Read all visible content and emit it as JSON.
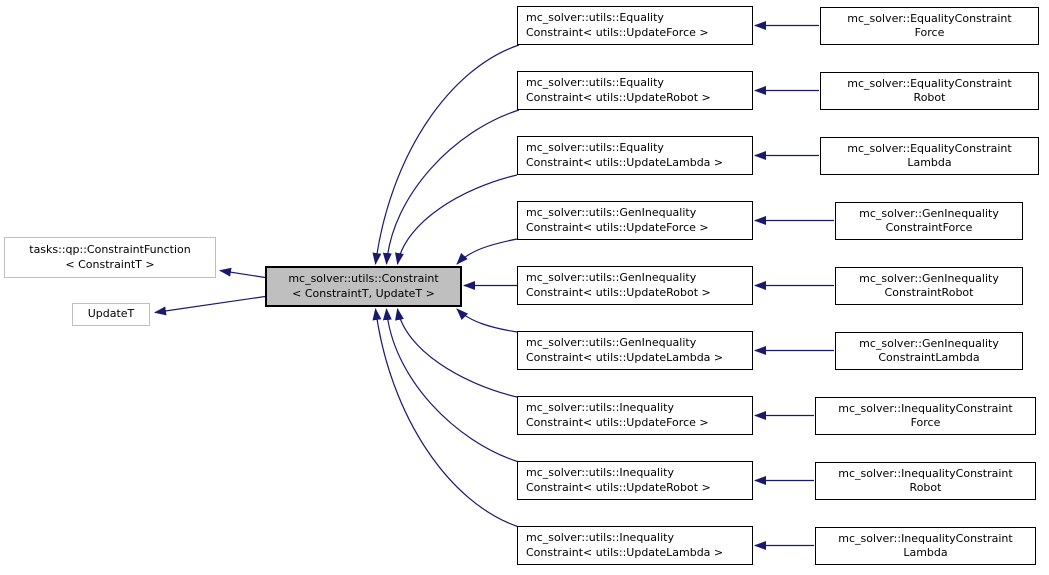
{
  "colors": {
    "arrow": "#191970",
    "node-border": "#000000",
    "external-border": "#c0c0c0",
    "selected-fill": "#bfbfbf",
    "node-fill": "#ffffff",
    "canvas-bg": "#ffffff",
    "text": "#000000"
  },
  "external": {
    "constraint_function": {
      "line1": "tasks::qp::ConstraintFunction",
      "line2": "< ConstraintT >"
    },
    "update_t": {
      "line1": "UpdateT"
    }
  },
  "center": {
    "line1": "mc_solver::utils::Constraint",
    "line2": "< ConstraintT, UpdateT >"
  },
  "rows": [
    {
      "mid": {
        "line1": "mc_solver::utils::Equality",
        "line2": "Constraint< utils::UpdateForce >"
      },
      "right": {
        "line1": "mc_solver::EqualityConstraint",
        "line2": "Force"
      }
    },
    {
      "mid": {
        "line1": "mc_solver::utils::Equality",
        "line2": "Constraint< utils::UpdateRobot >"
      },
      "right": {
        "line1": "mc_solver::EqualityConstraint",
        "line2": "Robot"
      }
    },
    {
      "mid": {
        "line1": "mc_solver::utils::Equality",
        "line2": "Constraint< utils::UpdateLambda >"
      },
      "right": {
        "line1": "mc_solver::EqualityConstraint",
        "line2": "Lambda"
      }
    },
    {
      "mid": {
        "line1": "mc_solver::utils::GenInequality",
        "line2": "Constraint< utils::UpdateForce >"
      },
      "right": {
        "line1": "mc_solver::GenInequality",
        "line2": "ConstraintForce"
      }
    },
    {
      "mid": {
        "line1": "mc_solver::utils::GenInequality",
        "line2": "Constraint< utils::UpdateRobot >"
      },
      "right": {
        "line1": "mc_solver::GenInequality",
        "line2": "ConstraintRobot"
      }
    },
    {
      "mid": {
        "line1": "mc_solver::utils::GenInequality",
        "line2": "Constraint< utils::UpdateLambda >"
      },
      "right": {
        "line1": "mc_solver::GenInequality",
        "line2": "ConstraintLambda"
      }
    },
    {
      "mid": {
        "line1": "mc_solver::utils::Inequality",
        "line2": "Constraint< utils::UpdateForce >"
      },
      "right": {
        "line1": "mc_solver::InequalityConstraint",
        "line2": "Force"
      }
    },
    {
      "mid": {
        "line1": "mc_solver::utils::Inequality",
        "line2": "Constraint< utils::UpdateRobot >"
      },
      "right": {
        "line1": "mc_solver::InequalityConstraint",
        "line2": "Robot"
      }
    },
    {
      "mid": {
        "line1": "mc_solver::utils::Inequality",
        "line2": "Constraint< utils::UpdateLambda >"
      },
      "right": {
        "line1": "mc_solver::InequalityConstraint",
        "line2": "Lambda"
      }
    }
  ]
}
